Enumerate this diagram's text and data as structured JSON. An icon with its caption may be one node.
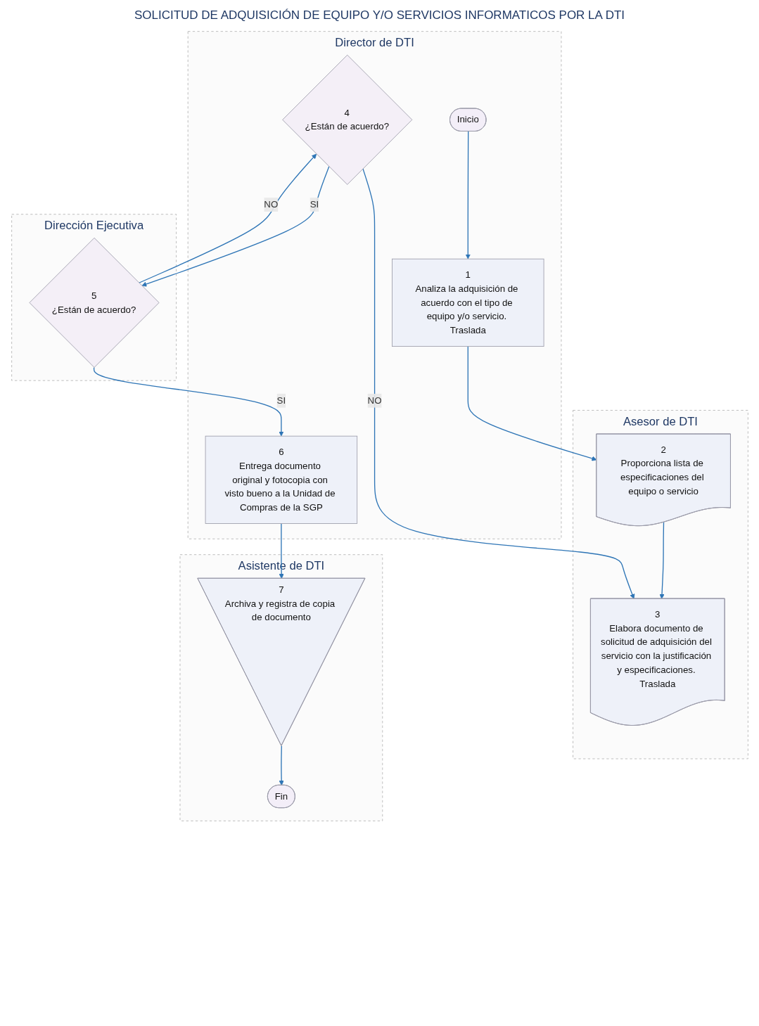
{
  "diagram": {
    "title": "SOLICITUD DE ADQUISICIÓN DE EQUIPO Y/O SERVICIOS INFORMATICOS POR LA DTI",
    "nodes": [
      {
        "text": [
          "Director de DTI"
        ]
      },
      {
        "text": [
          "Asesor de DTI"
        ]
      },
      {
        "text": [
          "Dirección Ejecutiva"
        ]
      },
      {
        "text": [
          "Asistente de DTI"
        ]
      },
      {
        "text": [
          "Inicio"
        ],
        "in": 0
      },
      {
        "text": [
          "1",
          "Analiza la adquisición de acuerdo con el tipo de equipo y/o servicio. Traslada"
        ],
        "in": 0
      },
      {
        "text": [
          "2",
          "Proporciona lista de especificaciones del equipo o servicio"
        ],
        "in": 1
      },
      {
        "text": [
          "3",
          "Elabora documento de solicitud de adquisición del servicio con la justificación y especificaciones. Traslada"
        ],
        "in": 1
      },
      {
        "text": [
          "4",
          "¿Están de acuerdo?"
        ],
        "in": 0
      },
      {
        "text": [
          "5",
          "¿Están de acuerdo?"
        ],
        "in": 2
      },
      {
        "text": [
          "6",
          "Entrega documento original y fotocopia con visto bueno a la Unidad de Compras de la SGP"
        ],
        "in": 0
      },
      {
        "text": [
          "7",
          "Archiva y registra de copia de documento"
        ],
        "in": 3
      },
      {
        "text": [
          "Fin"
        ],
        "in": 3
      }
    ],
    "edges": [
      {
        "from": 4,
        "to": 5,
        "arrow": "to"
      },
      {
        "from": 5,
        "to": 6,
        "arrow": "to"
      },
      {
        "from": 6,
        "to": 7,
        "arrow": "to"
      },
      {
        "from": 8,
        "to": 7,
        "arrow": "to",
        "label": "NO"
      },
      {
        "from": 8,
        "to": 9,
        "arrow": "to",
        "label": "SI"
      },
      {
        "from": 9,
        "to": 8,
        "arrow": "to",
        "label": "NO"
      },
      {
        "from": 9,
        "to": 10,
        "arrow": "to",
        "label": "SI"
      },
      {
        "from": 10,
        "to": 11,
        "arrow": "to"
      },
      {
        "from": 11,
        "to": 12,
        "arrow": "to"
      }
    ]
  }
}
